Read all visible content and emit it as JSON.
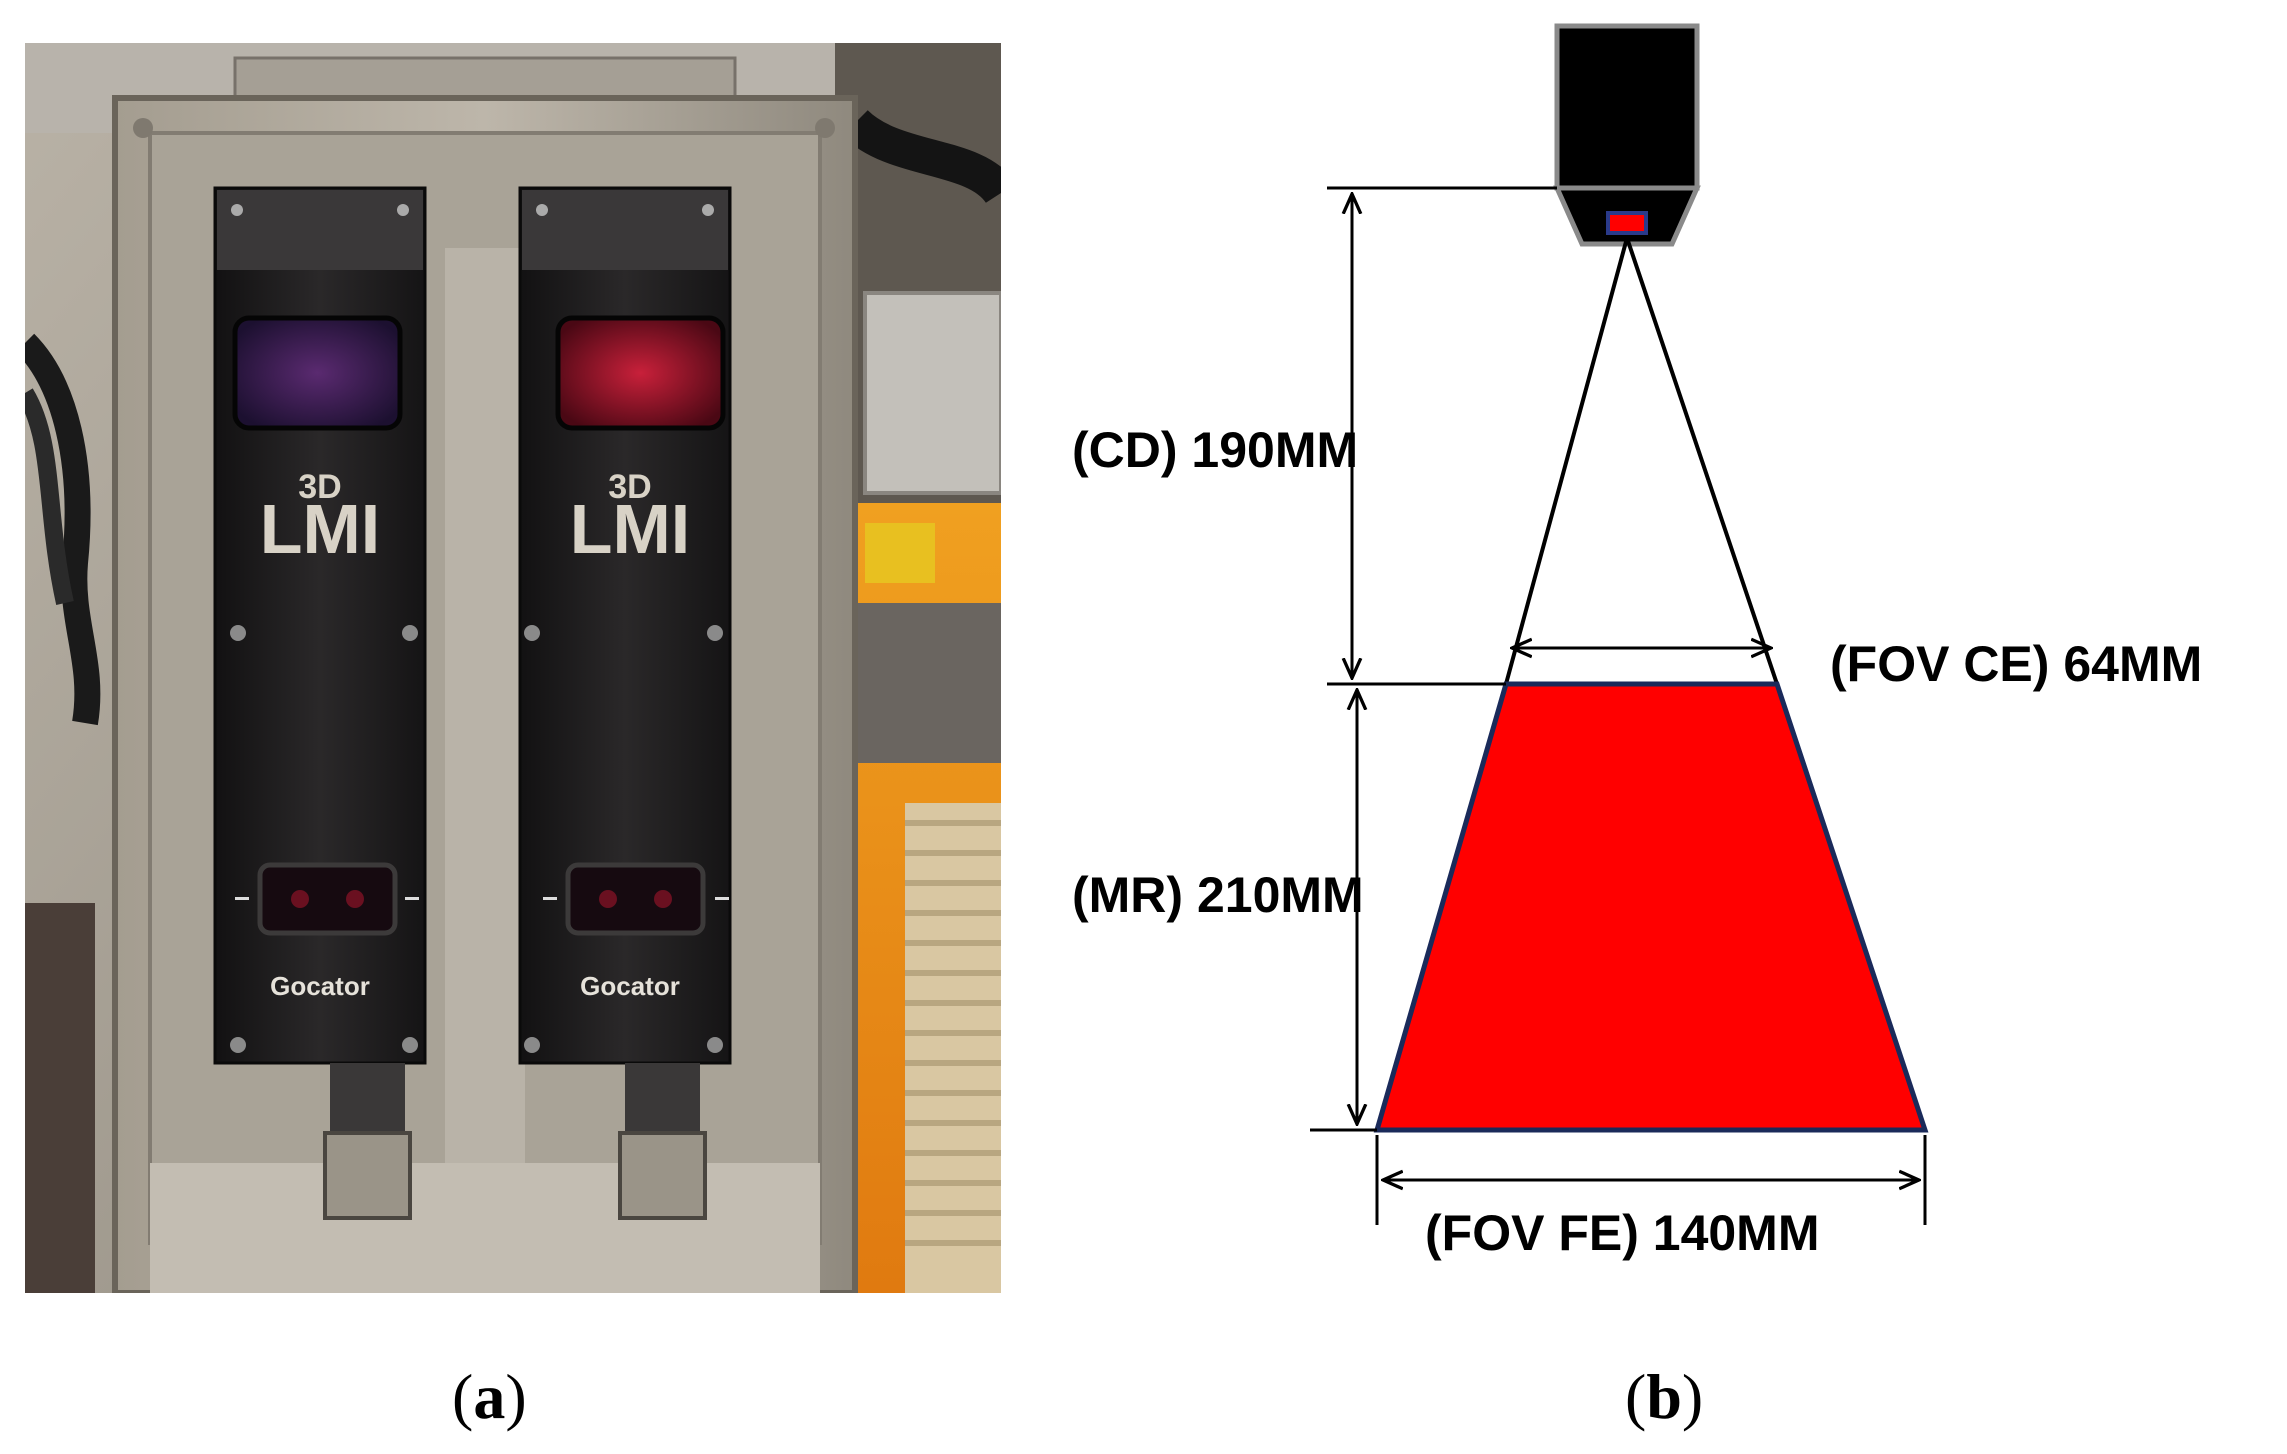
{
  "photo": {
    "sensor_left": {
      "logo_text": "LMI",
      "logo_superscript": "3D",
      "brand": "Gocator"
    },
    "sensor_right": {
      "logo_text": "LMI",
      "logo_superscript": "3D",
      "brand": "Gocator"
    },
    "colors": {
      "housing": "#a8a298",
      "sensor_body": "#1d1b1c",
      "window_red": "#7a1020",
      "window_blue": "#3a2456"
    }
  },
  "diagram": {
    "labels": {
      "cd": "(CD) 190MM",
      "mr": "(MR) 210MM",
      "fov_ce": "(FOV CE) 64MM",
      "fov_fe": "(FOV FE) 140MM"
    },
    "colors": {
      "camera": "#000000",
      "camera_border": "#8a8a8a",
      "beam_fill": "#ff0000",
      "lens": "#ff0000"
    }
  },
  "captions": {
    "a": "a",
    "b": "b"
  }
}
